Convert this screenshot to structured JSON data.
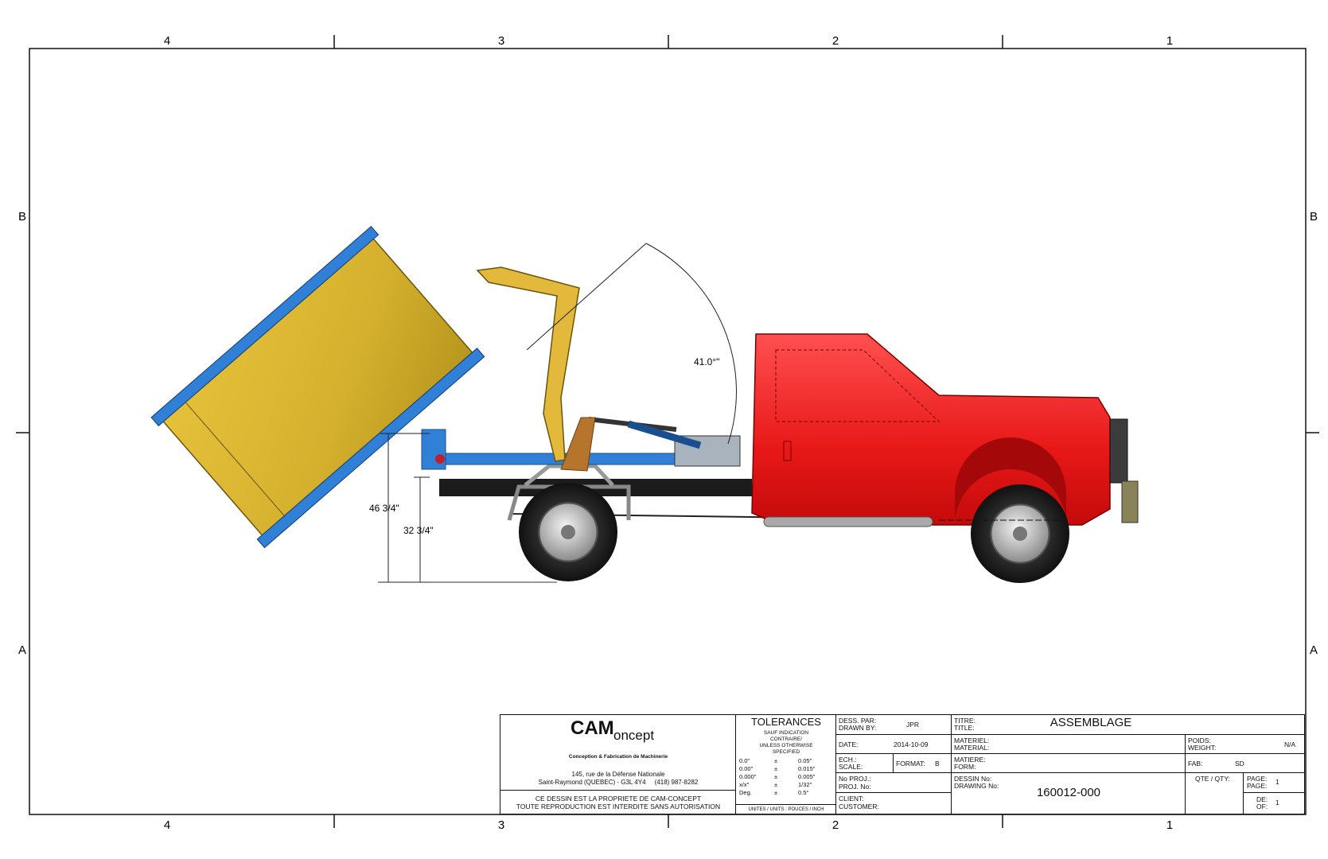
{
  "frame": {
    "top_zones": [
      "4",
      "3",
      "2",
      "1"
    ],
    "bottom_zones": [
      "4",
      "3",
      "2",
      "1"
    ],
    "left_zones": [
      "B",
      "A"
    ],
    "right_zones": [
      "B",
      "A"
    ]
  },
  "dimensions": {
    "angle": "41.0°\"",
    "height_1": "46 3/4\"",
    "height_2": "32 3/4\""
  },
  "company": {
    "logo_cam": "CAM",
    "logo_concept": "oncept",
    "tagline": "Conception & Fabrication de Machinerie",
    "address_1": "145, rue de la Défense Nationale",
    "address_2": "Saint-Raymond (QUEBEC) - G3L 4Y4     (418) 987-8282",
    "notice_1": "CE DESSIN EST LA PROPRIETE DE CAM-CONCEPT",
    "notice_2": "TOUTE REPRODUCTION EST INTERDITE SANS AUTORISATION"
  },
  "tolerances": {
    "title": "TOLERANCES",
    "sub_1": "SAUF INDICATION",
    "sub_2": "CONTRAIRE/",
    "sub_3": "UNLESS OTHERWISE",
    "sub_4": "SPECIFIED",
    "rows": [
      {
        "fmt": "0.0\"",
        "pm": "±",
        "tol": "0.05\""
      },
      {
        "fmt": "0.00\"",
        "pm": "±",
        "tol": "0.015\""
      },
      {
        "fmt": "0.000\"",
        "pm": "±",
        "tol": "0.005\""
      },
      {
        "fmt": "x/x\"",
        "pm": "±",
        "tol": "1/32\""
      },
      {
        "fmt": "Deg.",
        "pm": "±",
        "tol": "0.5°"
      }
    ],
    "units": "UNITES / UNITS : POUCES / INCH"
  },
  "fields": {
    "drawn_by_label_fr": "DESS. PAR:",
    "drawn_by_label_en": "DRAWN BY:",
    "drawn_by": "JPR",
    "date_label": "DATE:",
    "date": "2014-10-09",
    "scale_label_fr": "ECH.:",
    "scale_label_en": "SCALE:",
    "format_label": "FORMAT:",
    "format": "B",
    "proj_label_fr": "No PROJ.:",
    "proj_label_en": "PROJ. No:",
    "client_label": "CLIENT:",
    "customer_label": "CUSTOMER:",
    "title_label_fr": "TITRE:",
    "title_label_en": "TITLE:",
    "title": "ASSEMBLAGE",
    "material_label_fr": "MATERIEL:",
    "material_label_en": "MATERIAL:",
    "form_label_fr": "MATIERE:",
    "form_label_en": "FORM:",
    "drawing_label_fr": "DESSIN No:",
    "drawing_label_en": "DRAWING No:",
    "drawing_no": "160012-000",
    "weight_label_fr": "POIDS:",
    "weight_label_en": "WEIGHT:",
    "weight": "N/A",
    "fab_label": "FAB:",
    "fab": "SD",
    "qty_label": "QTE / QTY:",
    "page_label_fr": "PAGE:",
    "page_label_en": "PAGE:",
    "page": "1",
    "of_label_fr": "DE:",
    "of_label_en": "OF:",
    "of": "1"
  }
}
